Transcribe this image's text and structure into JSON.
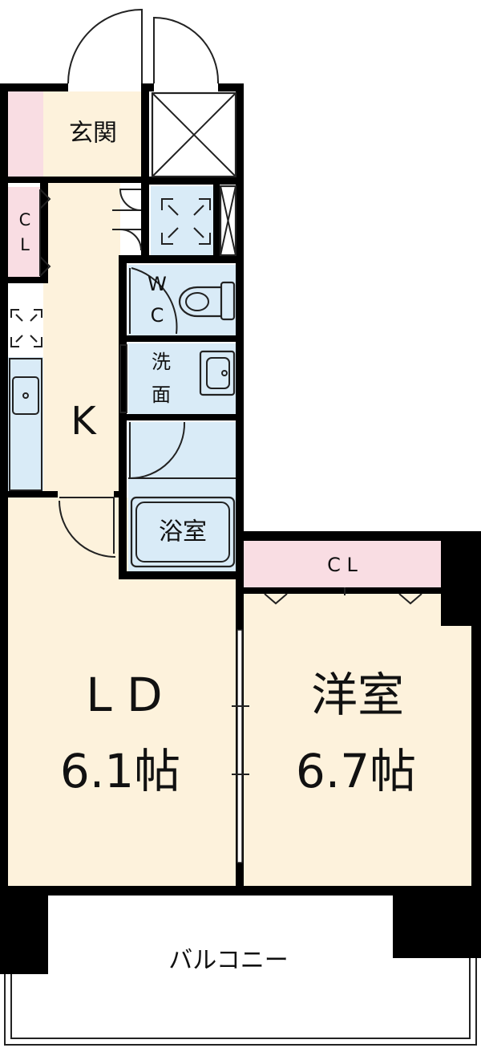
{
  "colors": {
    "living": "#fdf2dc",
    "wet": "#d9ebf7",
    "closet": "#f9dde3",
    "wall": "#000000",
    "background": "#ffffff"
  },
  "rooms": {
    "genkan": "玄関",
    "closet_small": {
      "line1": "C",
      "line2": "L"
    },
    "wc": {
      "line1": "W",
      "line2": "C"
    },
    "senmen": {
      "line1": "洗",
      "line2": "面"
    },
    "kitchen": "K",
    "bath": "浴室",
    "ld": {
      "name": "L D",
      "size": "6.1帖"
    },
    "bedroom": {
      "name": "洋室",
      "size": "6.7帖"
    },
    "closet_bedroom": "C L",
    "balcony": "バルコニー"
  },
  "icons": [
    "washing-machine-icon",
    "refrigerator-icon",
    "toilet-icon",
    "washbasin-icon",
    "sink-icon",
    "pipe-shaft-icon"
  ]
}
